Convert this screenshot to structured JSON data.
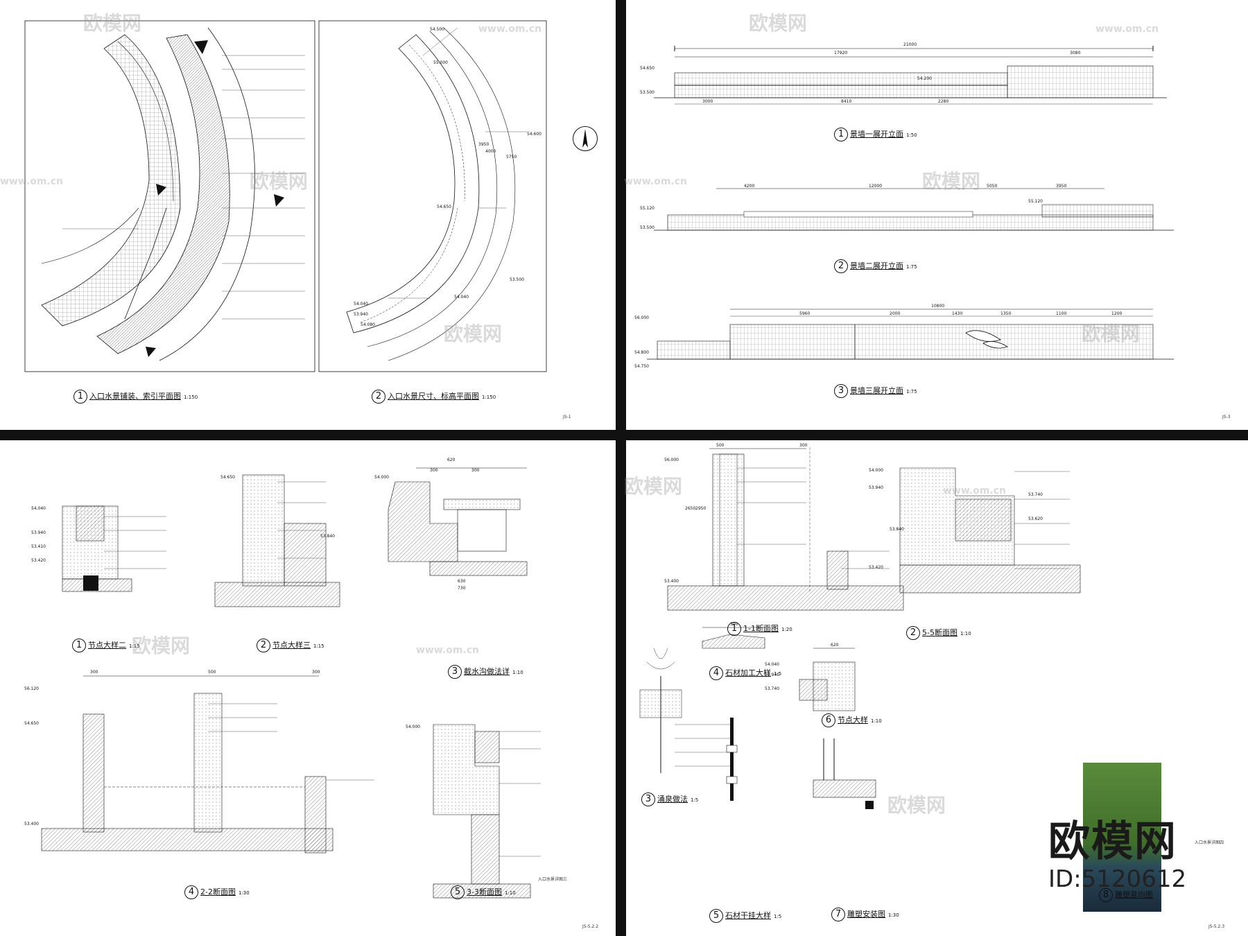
{
  "sheet1": {
    "cap1": {
      "num": "1",
      "title": "入口水景铺装、索引平面图",
      "scale": "1:150"
    },
    "cap2": {
      "num": "2",
      "title": "入口水景尺寸、标高平面图",
      "scale": "1:150"
    },
    "elev": [
      "54.500",
      "54.600",
      "54.650",
      "54.040",
      "53.940",
      "54.080",
      "53.500",
      "55.000",
      "54.040"
    ],
    "dims": [
      "3950",
      "4000",
      "5750"
    ],
    "sheetno": "JS-1"
  },
  "sheet2": {
    "cap1": {
      "num": "1",
      "title": "景墙一展开立面",
      "scale": "1:50"
    },
    "cap2": {
      "num": "2",
      "title": "景墙二展开立面",
      "scale": "1:75"
    },
    "cap3": {
      "num": "3",
      "title": "景墙三展开立面",
      "scale": "1:75"
    },
    "dims1": [
      "21000",
      "17920",
      "3080",
      "3000",
      "8410",
      "2280"
    ],
    "dims2": [
      "4200",
      "12000",
      "5050",
      "3950"
    ],
    "dims3": [
      "10800",
      "5960",
      "2000",
      "1430",
      "1350",
      "1100",
      "1200"
    ],
    "elev": [
      "54.650",
      "53.500",
      "55.120",
      "54.200",
      "55.120",
      "53.500",
      "56.000",
      "54.800",
      "54.750"
    ],
    "sheetno": "JS-3"
  },
  "sheet3": {
    "cap1": {
      "num": "1",
      "title": "节点大样二",
      "scale": "1:15"
    },
    "cap2": {
      "num": "2",
      "title": "节点大样三",
      "scale": "1:15"
    },
    "cap3": {
      "num": "3",
      "title": "截水沟做法详",
      "scale": "1:10"
    },
    "cap4": {
      "num": "4",
      "title": "2-2断面图",
      "scale": "1:30"
    },
    "cap5": {
      "num": "5",
      "title": "3-3断面图",
      "scale": "1:10"
    },
    "dims": [
      "620",
      "300",
      "300",
      "630",
      "730",
      "300",
      "500",
      "300"
    ],
    "elev": [
      "54.040",
      "53.940",
      "53.410",
      "53.420",
      "54.650",
      "53.840",
      "54.000",
      "56.120",
      "54.650",
      "53.400",
      "54.000"
    ],
    "sheetno": "JS-5.2.2",
    "caption_right": "入口水景详图三"
  },
  "sheet4": {
    "cap1": {
      "num": "1",
      "title": "1-1断面图",
      "scale": "1:20"
    },
    "cap2": {
      "num": "2",
      "title": "5-5断面图",
      "scale": "1:10"
    },
    "cap3": {
      "num": "3",
      "title": "涌泉做法",
      "scale": "1:5"
    },
    "cap4": {
      "num": "4",
      "title": "石材加工大样",
      "scale": "1:5"
    },
    "cap5": {
      "num": "5",
      "title": "石材干挂大样",
      "scale": "1:5"
    },
    "cap6": {
      "num": "6",
      "title": "节点大样",
      "scale": "1:10"
    },
    "cap7": {
      "num": "7",
      "title": "雕塑安装图",
      "scale": "1:30"
    },
    "cap8": {
      "num": "8",
      "title": "雕塑意向图",
      "scale": ""
    },
    "dims": [
      "500",
      "300",
      "300",
      "620",
      "2650",
      "2950"
    ],
    "elev": [
      "56.000",
      "53.400",
      "54.000",
      "53.940",
      "53.840",
      "53.740",
      "53.620",
      "53.420",
      "54.040",
      "53.940",
      "53.740"
    ],
    "sheetno": "JS-5.2.3",
    "caption_right": "入口水景详图四"
  },
  "watermark": {
    "text": "欧模网",
    "url": "www.om.cn"
  },
  "brand": {
    "name": "欧模网",
    "id": "ID:5120612"
  },
  "colors": {
    "line": "#111111",
    "hatch": "#444444",
    "background": "#ffffff",
    "frame": "#111111"
  }
}
